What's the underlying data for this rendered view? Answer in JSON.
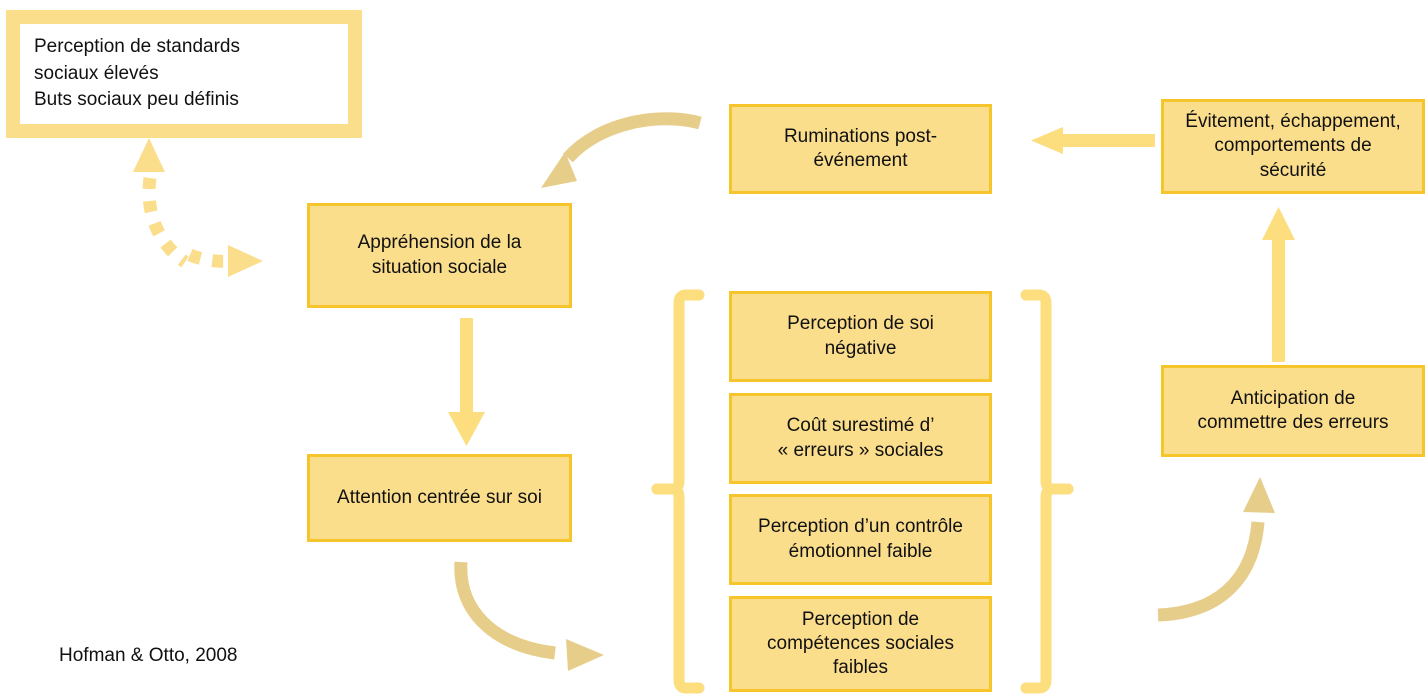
{
  "figure": {
    "citation": "Hofman & Otto, 2008",
    "colors": {
      "box_fill": "#FBDE8C",
      "box_border": "#F6C42B",
      "arrow_solid": "#FCDE7E",
      "arrow_curved": "#E6CE8A",
      "bracket": "#FCDE7E",
      "text": "#111111",
      "background": "#FFFFFF"
    },
    "nodes": {
      "standards": {
        "line1": "Perception de standards",
        "line2": "sociaux élevés",
        "line3": "Buts sociaux peu définis"
      },
      "apprehension": {
        "line1": "Appréhension de la",
        "line2": "situation sociale"
      },
      "attention": {
        "line1": "Attention centrée sur soi"
      },
      "ruminations": {
        "line1": "Ruminations post-",
        "line2": "événement"
      },
      "evitement": {
        "line1": "Évitement, échappement,",
        "line2": "comportements de",
        "line3": "sécurité"
      },
      "anticipation": {
        "line1": "Anticipation de",
        "line2": "commettre des erreurs"
      },
      "perception_soi": {
        "line1": "Perception de soi",
        "line2": "négative"
      },
      "cout": {
        "line1": "Coût surestimé d’",
        "line2": "« erreurs » sociales"
      },
      "controle": {
        "line1": "Perception d’un contrôle",
        "line2": "émotionnel faible"
      },
      "competences": {
        "line1": "Perception de",
        "line2": "compétences sociales",
        "line3": "faibles"
      }
    },
    "connectors": {
      "dotted_double_arrow": "standards <-> appréhension",
      "curved_ruminations_to_apprehension": "ruminations -> appréhension",
      "down_apprehension_to_attention": "appréhension -> attention",
      "curved_attention_to_group": "attention -> groupe de perceptions",
      "arrow_evitement_to_ruminations": "évitement -> ruminations",
      "up_anticipation_to_evitement": "anticipation -> évitement",
      "curved_group_to_anticipation": "groupe de perceptions -> anticipation",
      "bracket_left": "accolade gauche",
      "bracket_right": "accolade droite"
    }
  }
}
